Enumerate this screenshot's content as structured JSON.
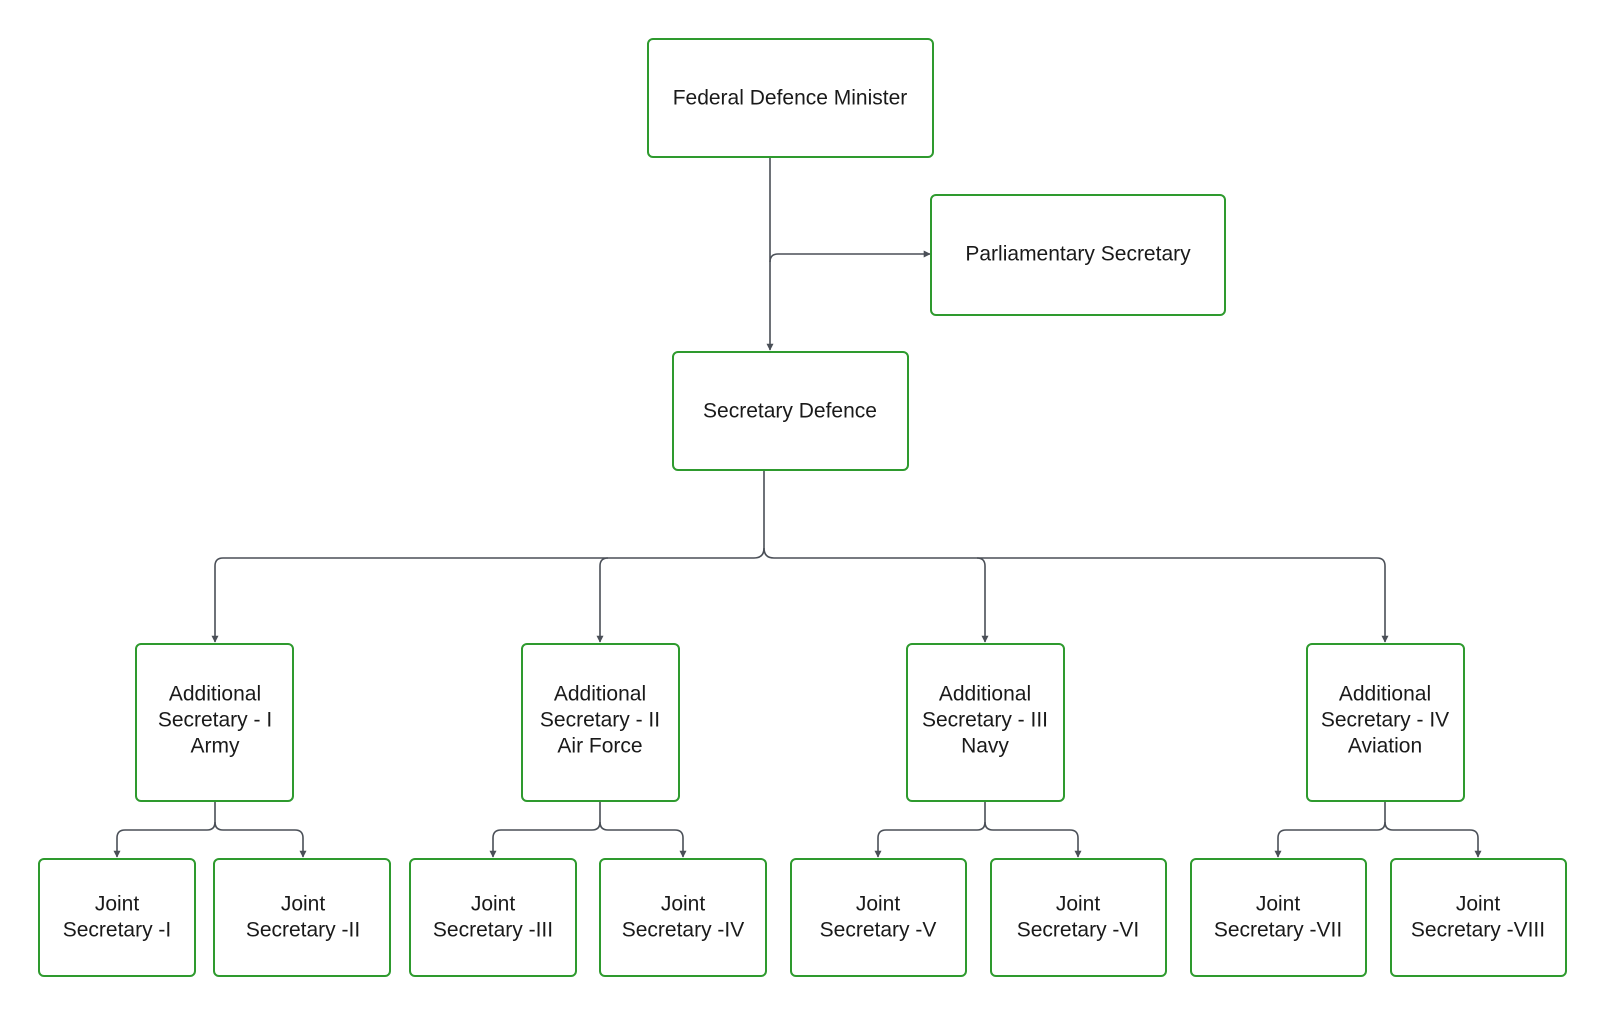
{
  "nodes": {
    "minister": {
      "lines": [
        "Federal Defence Minister"
      ]
    },
    "parliamentary": {
      "lines": [
        "Parliamentary Secretary"
      ]
    },
    "secretary": {
      "lines": [
        "Secretary Defence"
      ]
    },
    "as1": {
      "lines": [
        "Additional",
        "Secretary - I",
        "Army"
      ]
    },
    "as2": {
      "lines": [
        "Additional",
        "Secretary - II",
        "Air Force"
      ]
    },
    "as3": {
      "lines": [
        "Additional",
        "Secretary - III",
        "Navy"
      ]
    },
    "as4": {
      "lines": [
        "Additional",
        "Secretary - IV",
        "Aviation"
      ]
    },
    "js1": {
      "lines": [
        "Joint",
        "Secretary -I"
      ]
    },
    "js2": {
      "lines": [
        "Joint",
        "Secretary -II"
      ]
    },
    "js3": {
      "lines": [
        "Joint",
        "Secretary -III"
      ]
    },
    "js4": {
      "lines": [
        "Joint",
        "Secretary -IV"
      ]
    },
    "js5": {
      "lines": [
        "Joint",
        "Secretary -V"
      ]
    },
    "js6": {
      "lines": [
        "Joint",
        "Secretary -VI"
      ]
    },
    "js7": {
      "lines": [
        "Joint",
        "Secretary -VII"
      ]
    },
    "js8": {
      "lines": [
        "Joint",
        "Secretary -VIII"
      ]
    }
  },
  "colors": {
    "node_border": "#2e9a2e",
    "edge": "#4a4f57",
    "text": "#1a1a1a"
  }
}
